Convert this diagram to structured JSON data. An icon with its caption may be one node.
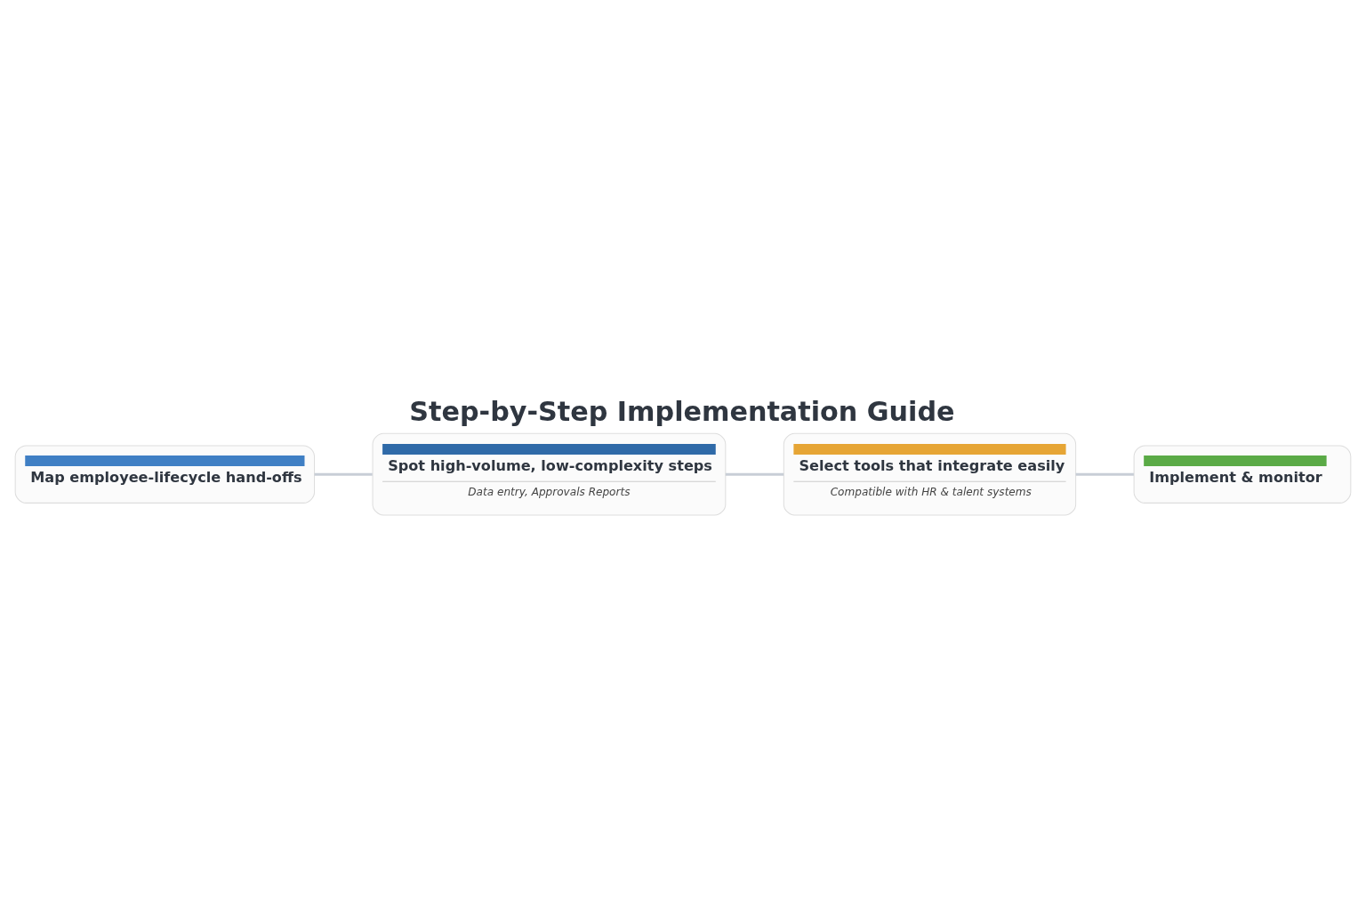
{
  "diagram": {
    "title": "Step-by-Step Implementation Guide",
    "nodes": [
      {
        "text": [
          "Map employee-lifecycle hand-offs"
        ]
      },
      {
        "text": [
          "Spot high-volume, low-complexity steps",
          "Data entry, Approvals Reports"
        ]
      },
      {
        "text": [
          "Select tools that integrate easily",
          "Compatible with HR & talent systems"
        ]
      },
      {
        "text": [
          "Implement & monitor"
        ]
      }
    ],
    "edges": [
      {
        "from": 0,
        "to": 1,
        "arrow": "none"
      },
      {
        "from": 1,
        "to": 2,
        "arrow": "none"
      },
      {
        "from": 2,
        "to": 3,
        "arrow": "none"
      }
    ]
  }
}
